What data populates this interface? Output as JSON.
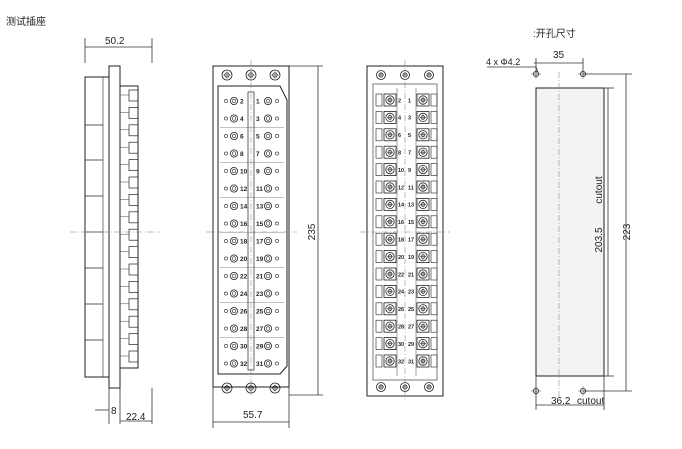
{
  "title": "测试插座",
  "cutout_title": ":开孔尺寸",
  "side_view": {
    "width_label": "50.2",
    "bottom_left_label": "8",
    "bottom_right_label": "22.4"
  },
  "front_view": {
    "height_label": "235",
    "width_label": "55.7",
    "pins_left": [
      "2",
      "4",
      "6",
      "8",
      "10",
      "12",
      "14",
      "16",
      "18",
      "20",
      "22",
      "24",
      "26",
      "28",
      "30",
      "32"
    ],
    "pins_right": [
      "1",
      "3",
      "5",
      "7",
      "9",
      "11",
      "13",
      "15",
      "17",
      "19",
      "21",
      "23",
      "25",
      "27",
      "29",
      "31"
    ]
  },
  "rear_view": {
    "pins_left": [
      "2",
      "4",
      "6",
      "8",
      "10",
      "12",
      "14",
      "16",
      "18",
      "20",
      "22",
      "24",
      "26",
      "28",
      "30",
      "32"
    ],
    "pins_right": [
      "1",
      "3",
      "5",
      "7",
      "9",
      "11",
      "13",
      "15",
      "17",
      "19",
      "21",
      "23",
      "25",
      "27",
      "29",
      "31"
    ]
  },
  "cutout": {
    "holes_label": "4 x Φ4.2",
    "hole_spacing_label": "35",
    "cutout_side_label": "cutout",
    "height_inner_label": "203.5",
    "height_outer_label": "223",
    "width_label": "36.2",
    "width_suffix_label": "cutout"
  }
}
